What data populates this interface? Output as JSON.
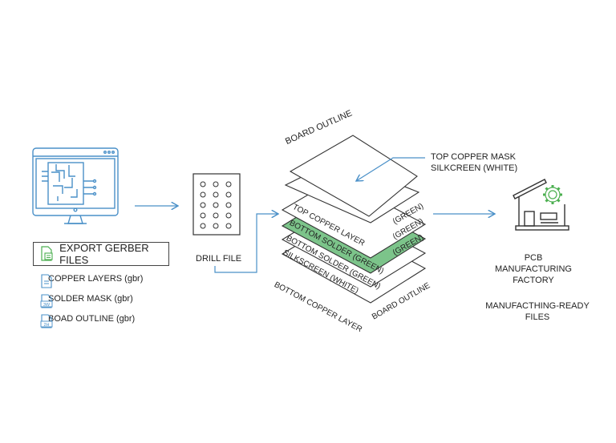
{
  "colors": {
    "accent_blue": "#4a90c8",
    "green_layer": "#7cc48a",
    "green_icon": "#4caf50",
    "stroke": "#333333"
  },
  "left": {
    "monitor_icon": "monitor-with-pcb-icon",
    "export_button": {
      "icon": "file-export-icon",
      "label": "EXPORT GERBER FILES"
    },
    "files": [
      {
        "icon": "document-icon",
        "label": "COPPER LAYERS (gbr)"
      },
      {
        "icon": "gerber-file-icon",
        "icon_text": "3W",
        "label": "SOLDER MASK (gbr)"
      },
      {
        "icon": "gerber-file-icon",
        "icon_text": "2H",
        "label": "BOAD OUTLINE (gbr)"
      }
    ]
  },
  "drill": {
    "label": "DRILL FILE",
    "holes_rows": 5,
    "holes_cols": 3
  },
  "stack": {
    "top_label": "BOARD OUTLINE",
    "callout_line1": "TOP COPPER MASK",
    "callout_line2": "SILKCREEN (WHITE)",
    "layers": [
      {
        "left_text": "TOP COPPER LAYER",
        "right_text": "(GREEN)",
        "fill": "white"
      },
      {
        "left_text": "BOTTOM SOLDER (GREEN)",
        "right_text": "(GREEN)",
        "fill": "green"
      },
      {
        "left_text": "BOTTOM SOLDER (GREEN)",
        "right_text": "(GREEN)",
        "fill": "white"
      },
      {
        "left_text": "SILKSCREEN (WHITE)",
        "right_text": "",
        "fill": "white"
      }
    ],
    "bottom_left_label": "BOTTOM COPPER LAYER",
    "bottom_right_label": "BOARD OUTLINE"
  },
  "factory": {
    "icon": "factory-gear-icon",
    "title_lines": [
      "PCB",
      "MANUFACTURING",
      "FACTORY"
    ],
    "subtitle": "MANUFACTHING-READY FILES"
  }
}
